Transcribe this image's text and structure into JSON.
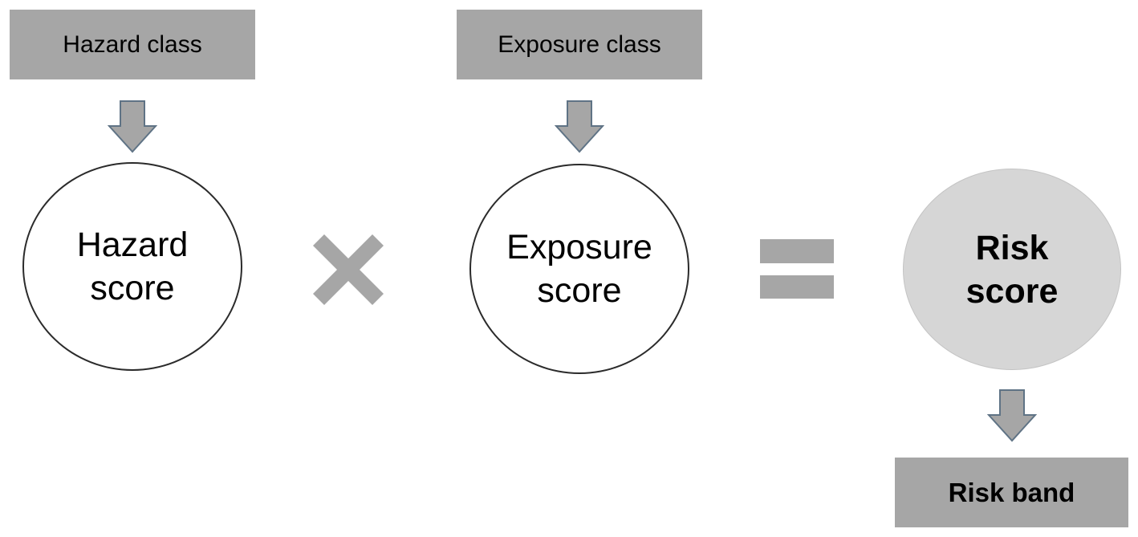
{
  "hazard_class": {
    "label": "Hazard class"
  },
  "exposure_class": {
    "label": "Exposure class"
  },
  "hazard_score": {
    "line1": "Hazard",
    "line2": "score"
  },
  "exposure_score": {
    "line1": "Exposure",
    "line2": "score"
  },
  "risk_score": {
    "line1": "Risk",
    "line2": "score"
  },
  "risk_band": {
    "label": "Risk band"
  },
  "operators": {
    "multiply": "multiply-icon",
    "equals": "equals-icon"
  },
  "colors": {
    "box_fill": "#a6a6a6",
    "arrow_fill": "#a6a6a6",
    "arrow_stroke": "#5f7385",
    "risk_fill": "#d6d6d6",
    "operator": "#a6a6a6"
  }
}
